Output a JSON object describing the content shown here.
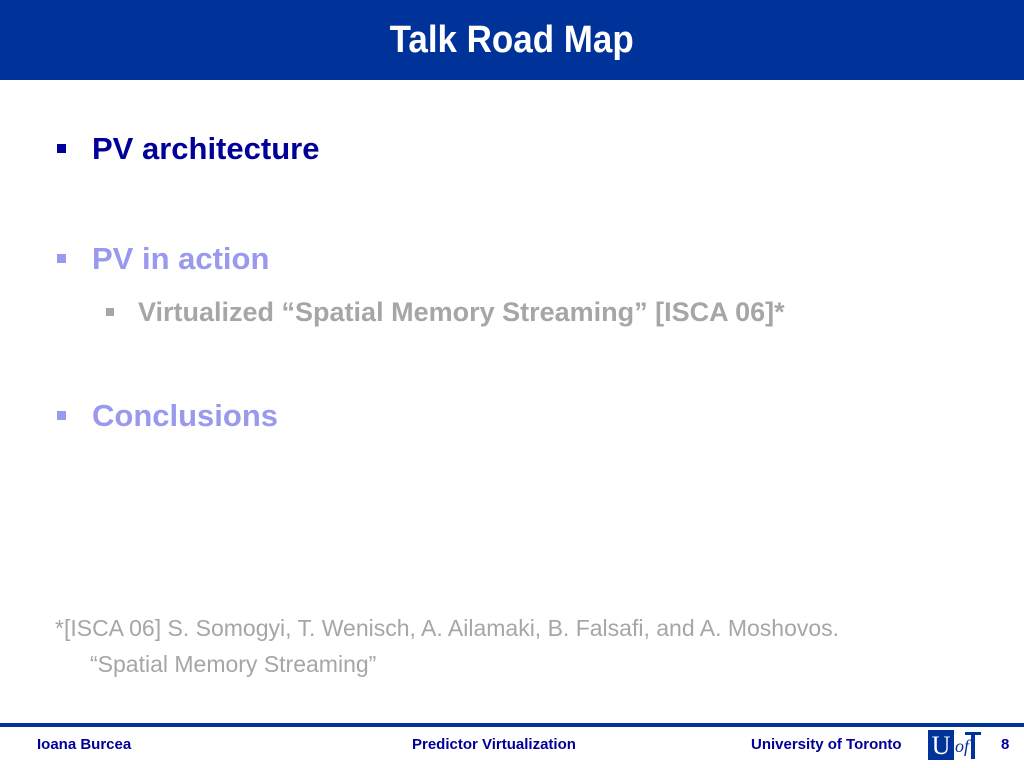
{
  "slide": {
    "title": "Talk Road Map"
  },
  "bullets": [
    {
      "level": 1,
      "text": "PV architecture",
      "state": "active"
    },
    {
      "level": 1,
      "text": "PV in action",
      "state": "dimmed"
    },
    {
      "level": 2,
      "text": "Virtualized “Spatial Memory Streaming” [ISCA 06]*",
      "state": "dimmed"
    },
    {
      "level": 1,
      "text": "Conclusions",
      "state": "dimmed"
    }
  ],
  "footnote": {
    "line1": "*[ISCA 06] S. Somogyi, T. Wenisch, A. Ailamaki, B. Falsafi, and A. Moshovos.",
    "line2": "“Spatial Memory Streaming”"
  },
  "footer": {
    "author": "Ioana Burcea",
    "talk_title": "Predictor Virtualization",
    "institution": "University of Toronto",
    "page_number": "8",
    "logo_name": "uoft-logo"
  },
  "colors": {
    "title_bar": "#003399",
    "active_text": "#000099",
    "dimmed_level1": "#9999ee",
    "dimmed_level2": "#a6a6a6"
  }
}
